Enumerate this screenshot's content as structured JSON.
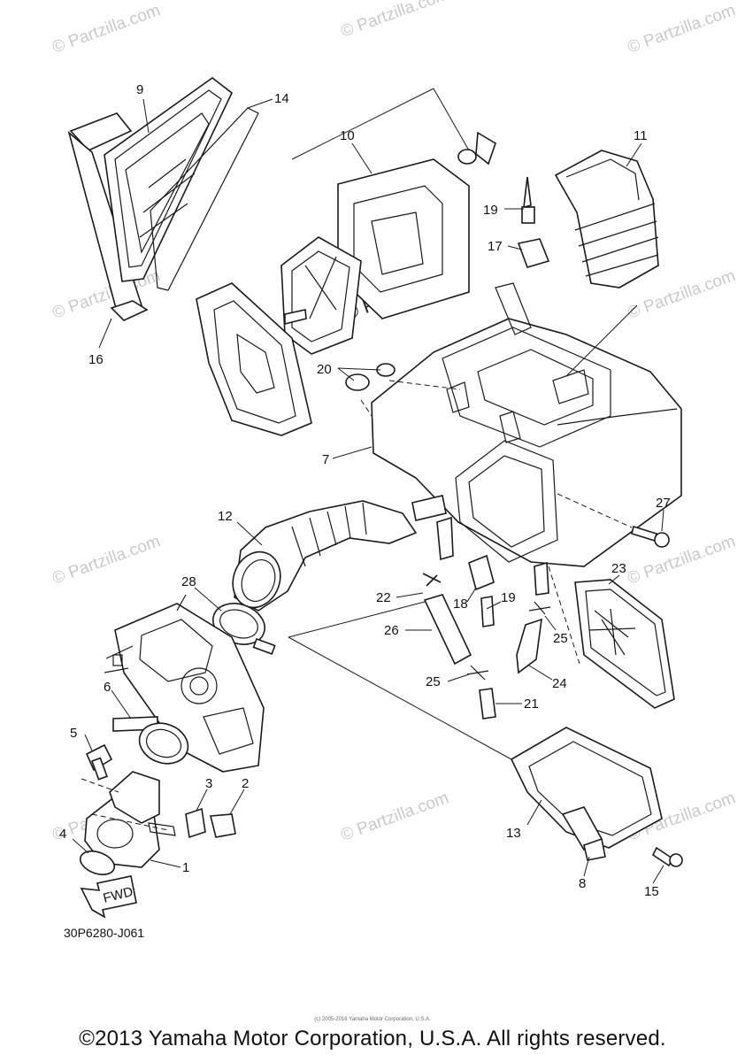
{
  "diagram": {
    "catalog_code": "30P6280-J061",
    "copyright": "©2013 Yamaha Motor Corporation, U.S.A. All rights reserved.",
    "small_credit": "(c) 2005-2016 Yamaha Motor Corporation, U.S.A.",
    "watermark": "© Partzilla.com",
    "watermark_center": "© Partzilla.com",
    "fwd_label": "FWD",
    "callouts": [
      "9",
      "14",
      "10",
      "11",
      "19",
      "17",
      "16",
      "20",
      "7",
      "12",
      "27",
      "28",
      "23",
      "22",
      "18",
      "19",
      "25",
      "26",
      "6",
      "25",
      "24",
      "21",
      "5",
      "3",
      "2",
      "13",
      "4",
      "1",
      "8",
      "15"
    ]
  }
}
